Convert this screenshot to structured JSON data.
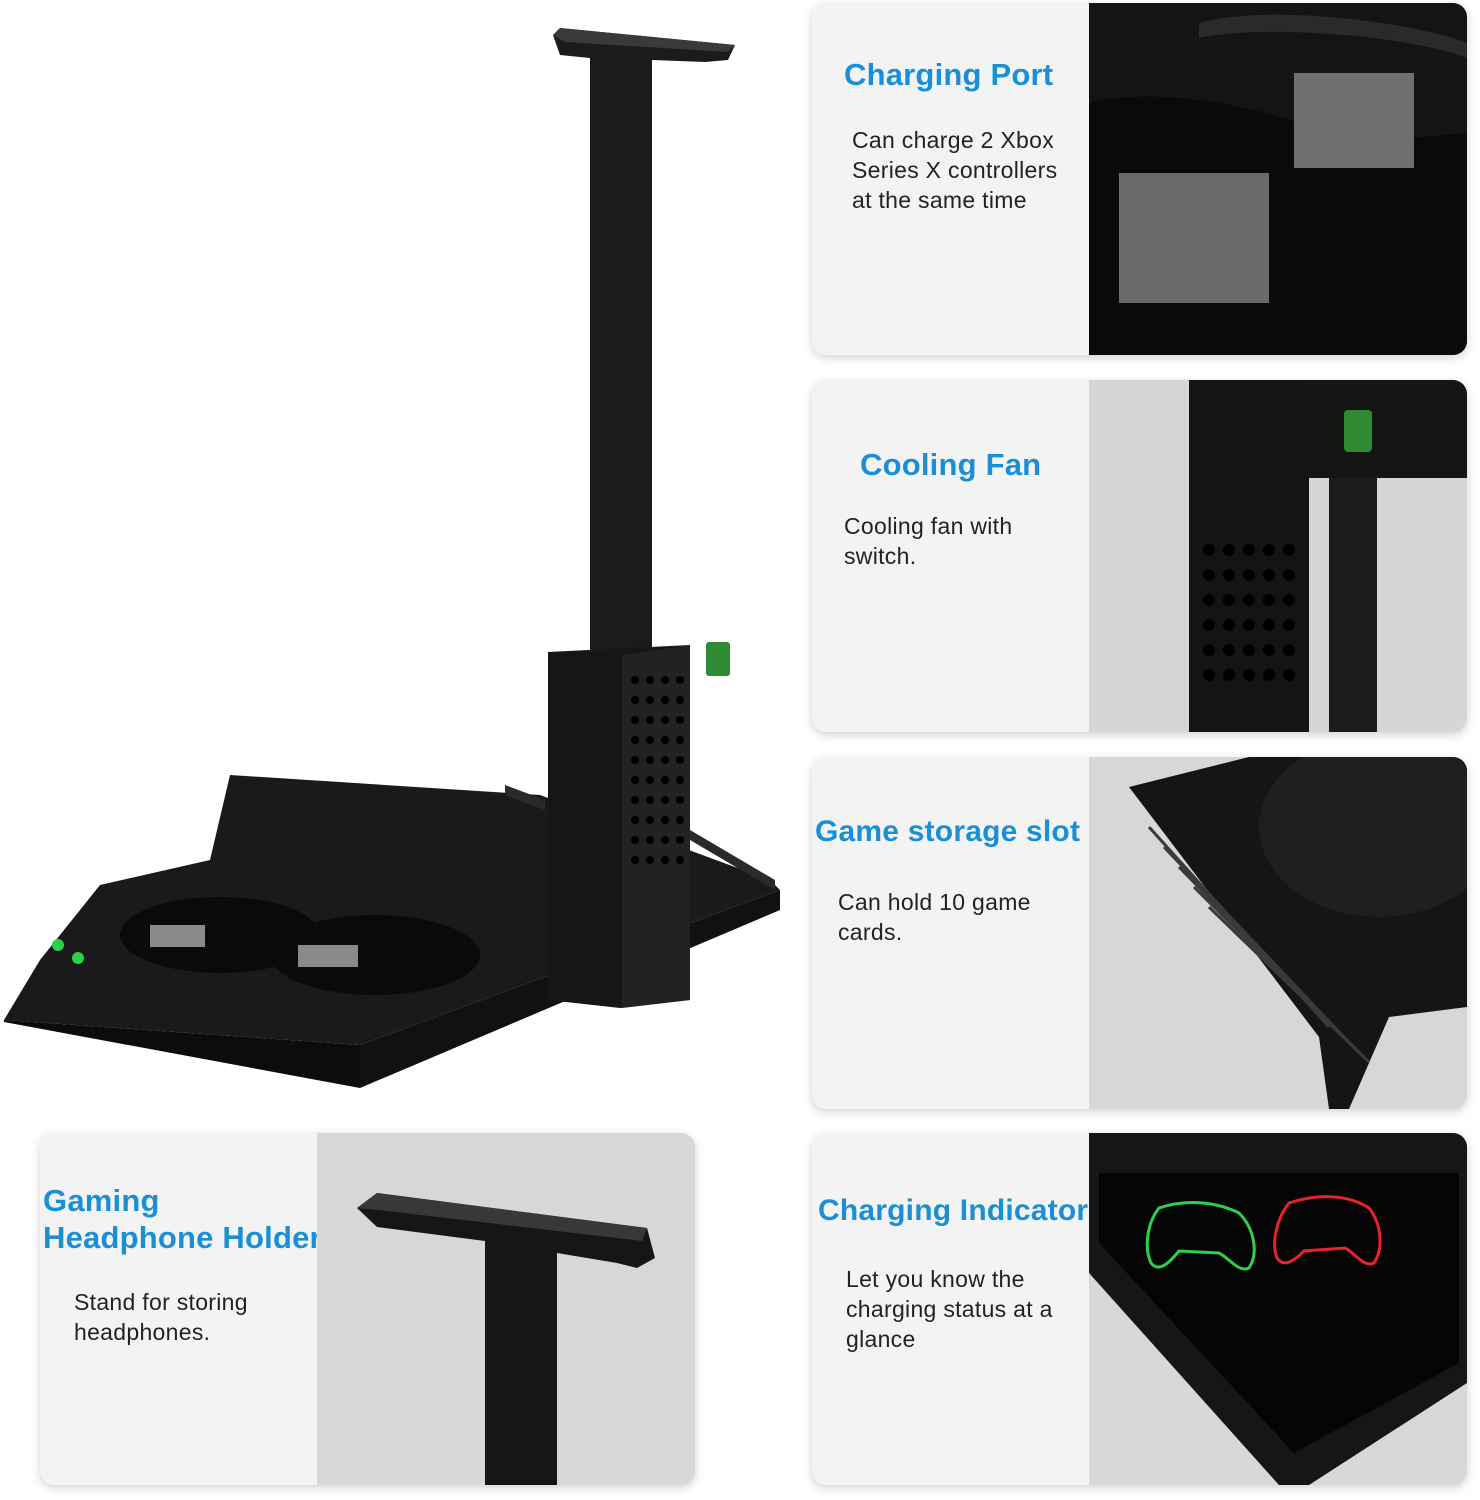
{
  "features": [
    {
      "id": "charging-port",
      "title": "Charging Port",
      "description": "Can charge 2 Xbox Series X controllers at the same time"
    },
    {
      "id": "cooling-fan",
      "title": "Cooling Fan",
      "description": "Cooling fan with switch."
    },
    {
      "id": "game-storage",
      "title": "Game storage slot",
      "description": "Can hold 10 game cards."
    },
    {
      "id": "charging-indicator",
      "title": "Charging Indicator",
      "description": "Let you know the charging status at a glance"
    },
    {
      "id": "headphone-holder",
      "title": "Gaming Headphone Holder",
      "description": "Stand for storing headphones."
    }
  ],
  "colors": {
    "accent": "#1a8fd6",
    "product": "#151515",
    "led_green": "#2bd14a",
    "led_red": "#e8232e"
  }
}
